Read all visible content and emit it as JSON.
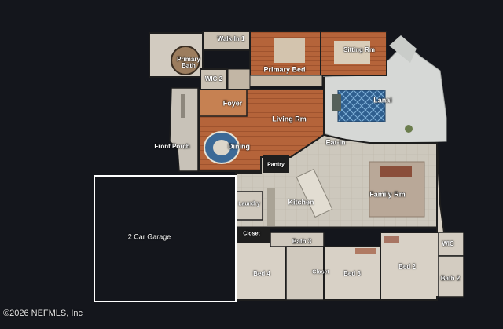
{
  "rooms": {
    "walk_in": "Walk-In 1",
    "primary_bath": "Primary Bath",
    "primary_bed": "Primary Bed",
    "sitting_rm": "Sitting Rm",
    "wic_2": "WIC 2",
    "foyer": "Foyer",
    "living_rm": "Living Rm",
    "lanai": "Lanai",
    "front_porch": "Front Porch",
    "dining": "Dining",
    "eat_in": "Eat-In",
    "pantry": "Pantry",
    "family_rm": "Family Rm",
    "laundry": "Laundry",
    "kitchen": "Kitchen",
    "garage": "2 Car Garage",
    "closet_left": "Closet",
    "bath_3": "Bath 3",
    "wic": "WIC",
    "bed_4": "Bed 4",
    "closet_mid": "Closet",
    "bed_3": "Bed 3",
    "bed_2": "Bed 2",
    "bath_2": "Bath 2"
  },
  "copyright": "©2026 NEFMLS, Inc",
  "colors": {
    "background": "#14161c",
    "wood_floor": "#b5643a",
    "tile_floor": "#cdc8bd",
    "lanai_floor": "#d6d8d6",
    "bedroom_floor": "#d8d1c6",
    "wall": "#1e1e1e",
    "rug_blue": "#2f5f8f",
    "garage_outline": "#ffffff"
  },
  "icons": {
    "garage_area": "empty-outline",
    "rugs": "area-rug",
    "furniture": "furniture-shapes"
  }
}
